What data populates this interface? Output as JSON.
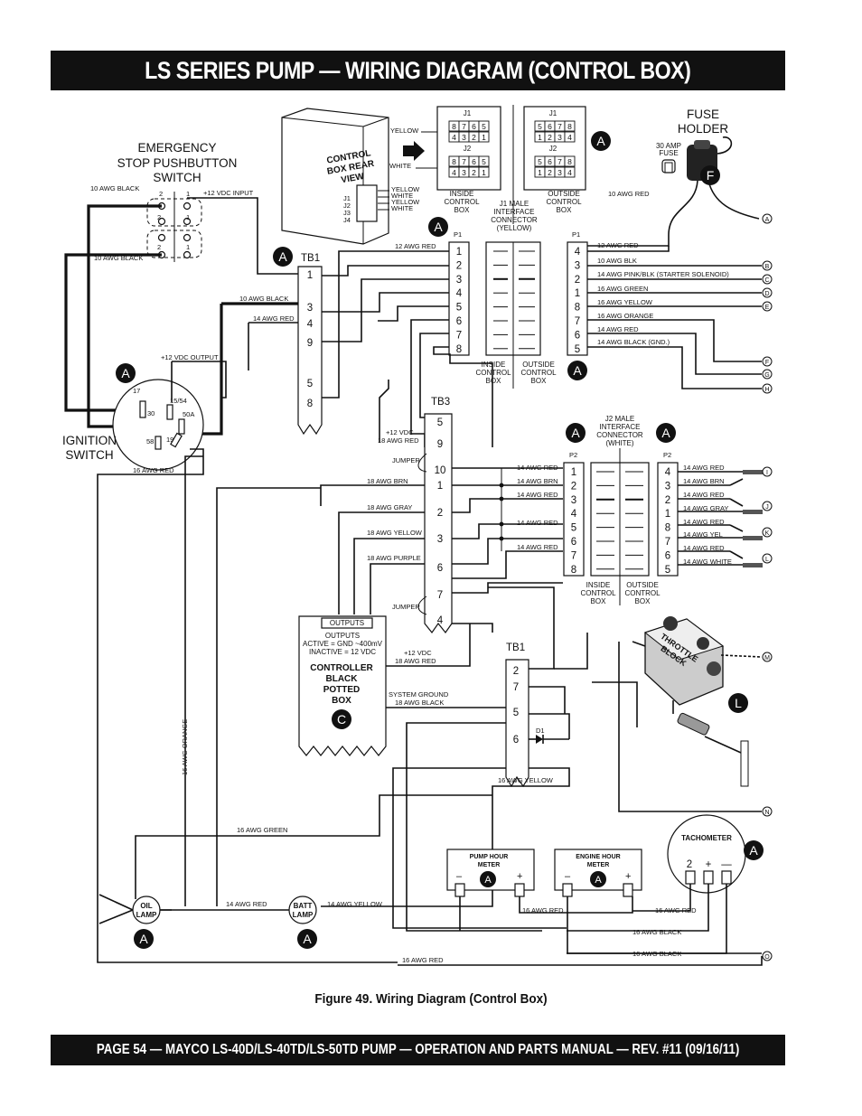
{
  "header": {
    "title": "LS SERIES PUMP — WIRING DIAGRAM (CONTROL BOX)"
  },
  "caption": "Figure 49. Wiring Diagram (Control Box)",
  "footer": "PAGE 54 — MAYCO LS-40D/LS-40TD/LS-50TD PUMP — OPERATION AND PARTS MANUAL — REV. #11  (09/16/11)",
  "diagram": {
    "emergency_stop": {
      "line1": "EMERGENCY",
      "line2": "STOP PUSHBUTTON",
      "line3": "SWITCH"
    },
    "ignition": {
      "line1": "IGNITION",
      "line2": "SWITCH",
      "terminals": [
        "17",
        "30",
        "15/54",
        "50A",
        "58",
        "19"
      ]
    },
    "control_box": {
      "line1": "CONTROL",
      "line2": "BOX REAR",
      "line3": "VIEW",
      "ports": [
        "J1",
        "J2",
        "J3",
        "J4"
      ],
      "wires": [
        "YELLOW",
        "WHITE",
        "YELLOW",
        "WHITE"
      ],
      "arrow_yellow": "YELLOW",
      "arrow_white": "WHITE"
    },
    "j1_label": "J1",
    "j2_label": "J2",
    "j_inside_top": [
      "8",
      "7",
      "6",
      "5"
    ],
    "j_inside_bottom": [
      "4",
      "3",
      "2",
      "1"
    ],
    "j_outside_top": [
      "5",
      "6",
      "7",
      "8"
    ],
    "j_outside_bottom": [
      "1",
      "2",
      "3",
      "4"
    ],
    "inside_box": {
      "line1": "INSIDE",
      "line2": "CONTROL",
      "line3": "BOX"
    },
    "outside_box": {
      "line1": "OUTSIDE",
      "line2": "CONTROL",
      "line3": "BOX"
    },
    "j1_male": {
      "line1": "J1 MALE",
      "line2": "INTERFACE",
      "line3": "CONNECTOR",
      "line4": "(YELLOW)"
    },
    "j2_male": {
      "line1": "J2 MALE",
      "line2": "INTERFACE",
      "line3": "CONNECTOR",
      "line4": "(WHITE)"
    },
    "fuse_holder": {
      "line1": "FUSE",
      "line2": "HOLDER",
      "fuse1": "30 AMP",
      "fuse2": "FUSE"
    },
    "tb1": "TB1",
    "tb3": "TB3",
    "p1": "P1",
    "p2": "P2",
    "d1": "D1",
    "tb1_top_pins": [
      "1",
      "3",
      "4",
      "9",
      "5",
      "8"
    ],
    "p1_inside_pins": [
      "1",
      "2",
      "3",
      "4",
      "5",
      "6",
      "7",
      "8"
    ],
    "p1_outside_pins": [
      "4",
      "3",
      "2",
      "1",
      "8",
      "7",
      "6",
      "5"
    ],
    "tb3_pins": [
      "5",
      "9",
      "10",
      "1",
      "2",
      "3",
      "6",
      "7",
      "4"
    ],
    "p2_inside_pins": [
      "1",
      "2",
      "3",
      "4",
      "5",
      "6",
      "7",
      "8"
    ],
    "p2_outside_pins": [
      "4",
      "3",
      "2",
      "1",
      "8",
      "7",
      "6",
      "5"
    ],
    "tb1_bottom_pins": [
      "2",
      "7",
      "5",
      "6"
    ],
    "wire_labels": {
      "awg10_black_a": "10 AWG BLACK",
      "v12_input": "+12 VDC INPUT",
      "awg10_black_b": "10 AWG BLACK",
      "awg12_red": "12 AWG RED",
      "awg10_black_c": "10 AWG BLACK",
      "awg14_red_a": "14 AWG RED",
      "v12_output": "+12 VDC OUTPUT",
      "awg16_red_a": "16 AWG RED",
      "awg10_red": "10 AWG RED",
      "awg12_red_p1": "12 AWG RED",
      "awg10_blk": "10 AWG BLK",
      "awg14_pink": "14 AWG PINK/BLK  (STARTER SOLENOID)",
      "awg16_green_p1": "16 AWG GREEN",
      "awg16_yellow_p1": "16 AWG YELLOW",
      "awg16_orange_p1": "16 AWG ORANGE",
      "awg14_red_p1": "14 AWG RED",
      "awg14_black_gnd": "14 AWG BLACK (GND.)",
      "tb3_v12": "+12 VDC",
      "tb3_red": "18 AWG RED",
      "jumper1": "JUMPER",
      "awg18_brn": "18 AWG BRN",
      "awg18_gray": "18 AWG GRAY",
      "awg18_yellow": "18 AWG YELLOW",
      "awg18_purple": "18 AWG PURPLE",
      "jumper2": "JUMPER",
      "ctrl_v12": "+12 VDC",
      "ctrl_red": "18 AWG RED",
      "sys_gnd": "SYSTEM GROUND",
      "sys_black": "18 AWG BLACK",
      "p2_l1": "14 AWG RED",
      "p2_l2": "14 AWG BRN",
      "p2_l3": "14 AWG RED",
      "p2_l4": "14 AWG RED",
      "p2_l5": "14 AWG RED",
      "p2_r1": "14 AWG RED",
      "p2_r2": "14 AWG BRN",
      "p2_r3": "14 AWG RED",
      "p2_r4": "14 AWG GRAY",
      "p2_r5": "14 AWG RED",
      "p2_r6": "14 AWG YEL",
      "p2_r7": "14 AWG RED",
      "p2_r8": "14 AWG WHITE",
      "awg16_yellow_tb1": "16 AWG YELLOW",
      "awg16_orange_v": "16 AWG ORANGE",
      "awg16_green_h": "16 AWG GREEN",
      "awg14_red_lamp": "14 AWG RED",
      "awg14_yellow_lamp": "14 AWG YELLOW",
      "awg16_red_pump": "16 AWG RED",
      "awg16_red_tach": "16 AWG RED",
      "awg16_black_a": "16 AWG BLACK",
      "awg16_black_b": "16 AWG BLACK",
      "awg16_red_bottom": "16 AWG RED"
    },
    "controller": {
      "outputs_tab": "OUTPUTS",
      "outputs": "OUTPUTS",
      "active": "ACTIVE = GND ~400mV",
      "inactive": "INACTIVE = 12 VDC",
      "line1": "CONTROLLER",
      "line2": "BLACK",
      "line3": "POTTED",
      "line4": "BOX"
    },
    "throttle": {
      "line1": "THROTTLE",
      "line2": "BLOCK"
    },
    "tachometer": {
      "label": "TACHOMETER",
      "t1": "2",
      "t2": "+",
      "t3": "—"
    },
    "pump_meter": {
      "line1": "PUMP HOUR",
      "line2": "METER",
      "neg": "–",
      "pos": "+"
    },
    "engine_meter": {
      "line1": "ENGINE HOUR",
      "line2": "METER",
      "neg": "–",
      "pos": "+"
    },
    "oil_lamp": {
      "line1": "OIL",
      "line2": "LAMP"
    },
    "batt_lamp": {
      "line1": "BATT",
      "line2": "LAMP"
    },
    "callouts": {
      "a": "A",
      "c": "C",
      "f": "F",
      "l": "L"
    },
    "terminals": [
      "A",
      "B",
      "C",
      "D",
      "E",
      "F",
      "G",
      "H",
      "I",
      "J",
      "K",
      "L",
      "M",
      "N",
      "O"
    ]
  }
}
